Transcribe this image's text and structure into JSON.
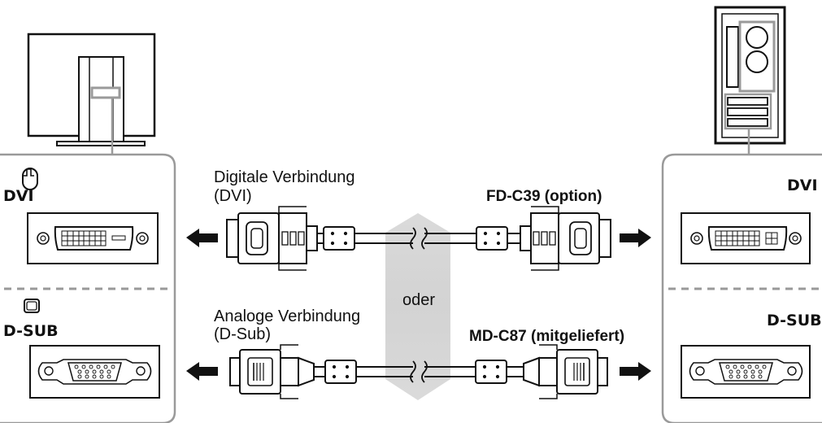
{
  "left_panel": {
    "dvi_label": "DVI",
    "dsub_label": "D-SUB"
  },
  "right_panel": {
    "dvi_label": "DVI",
    "dsub_label": "D-SUB"
  },
  "digital": {
    "line1": "Digitale Verbindung",
    "line2": "(DVI)",
    "cable": "FD-C39 (option)"
  },
  "analog": {
    "line1": "Analoge Verbindung",
    "line2": "(D-Sub)",
    "cable": "MD-C87 (mitgeliefert)"
  },
  "or_label": "oder",
  "icons": [
    "monitor-icon",
    "pc-tower-icon",
    "dvi-port-icon",
    "dsub-port-icon",
    "digital-signal-icon",
    "analog-signal-icon",
    "arrow-left-icon",
    "arrow-right-icon",
    "cable-icon"
  ]
}
